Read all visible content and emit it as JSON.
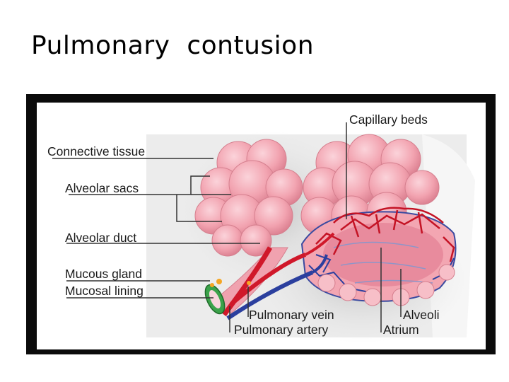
{
  "slide": {
    "title": "Pulmonary  contusion"
  },
  "diagram": {
    "labels": {
      "capillary_beds": "Capillary beds",
      "connective_tissue": "Connective tissue",
      "alveolar_sacs": "Alveolar sacs",
      "alveolar_duct": "Alveolar duct",
      "mucous_gland": "Mucous gland",
      "mucosal_lining": "Mucosal lining",
      "pulmonary_vein": "Pulmonary vein",
      "pulmonary_artery": "Pulmonary artery",
      "alveoli": "Alveoli",
      "atrium": "Atrium"
    },
    "colors": {
      "frame": "#0b0b0b",
      "tissue_pink": "#f2a3b0",
      "artery_red": "#d0182a",
      "vein_blue": "#2b3f9e",
      "leader_line": "#333333"
    }
  }
}
